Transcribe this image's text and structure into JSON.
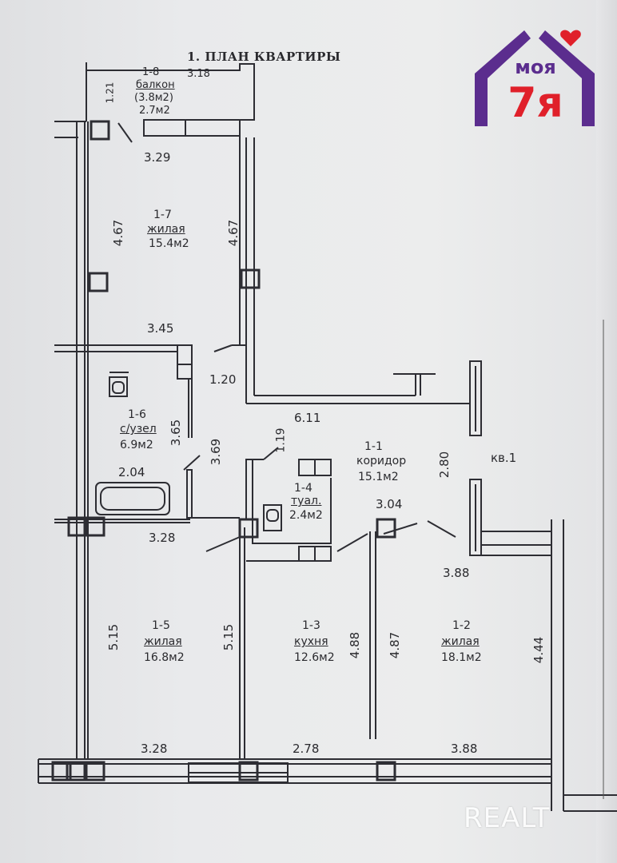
{
  "title": "1. ПЛАН КВАРТИРЫ",
  "apartment_label": "кв.1",
  "rooms": {
    "balcony": {
      "id": "1-8",
      "name": "балкон",
      "area_gross": "(3.8м2)",
      "area": "2.7м2"
    },
    "living_1_7": {
      "id": "1-7",
      "name": "жилая",
      "area": "15.4м2"
    },
    "bathroom": {
      "id": "1-6",
      "name": "с/узел",
      "area": "6.9м2"
    },
    "living_1_5": {
      "id": "1-5",
      "name": "жилая",
      "area": "16.8м2"
    },
    "toilet": {
      "id": "1-4",
      "name": "туал.",
      "area": "2.4м2"
    },
    "kitchen": {
      "id": "1-3",
      "name": "кухня",
      "area": "12.6м2"
    },
    "living_1_2": {
      "id": "1-2",
      "name": "жилая",
      "area": "18.1м2"
    },
    "corridor": {
      "id": "1-1",
      "name": "коридор",
      "area": "15.1м2"
    }
  },
  "dimensions": {
    "balcony_height": "1.21",
    "balcony_width": "3.18",
    "room17_top": "3.29",
    "room17_left": "4.67",
    "room17_right": "4.67",
    "room17_bottom": "3.45",
    "corridor_nook": "1.20",
    "bath_side": "3.65",
    "bath_right": "3.69",
    "bath_bottom": "2.04",
    "toilet_top": "1.19",
    "corridor_top": "6.11",
    "corridor_right": "2.80",
    "corridor_bottom": "3.04",
    "room15_top": "3.28",
    "room15_left": "5.15",
    "room15_right": "5.15",
    "kitchen_right": "4.88",
    "room12_left": "4.87",
    "room12_top": "3.88",
    "room12_right": "4.44",
    "bottom_left": "3.28",
    "bottom_mid": "2.78",
    "bottom_right": "3.88"
  },
  "logo": {
    "text1": "моя",
    "text2": "7я",
    "colors": {
      "house": "#5b2d8e",
      "accent": "#e0202a"
    }
  },
  "watermark": "REALT"
}
